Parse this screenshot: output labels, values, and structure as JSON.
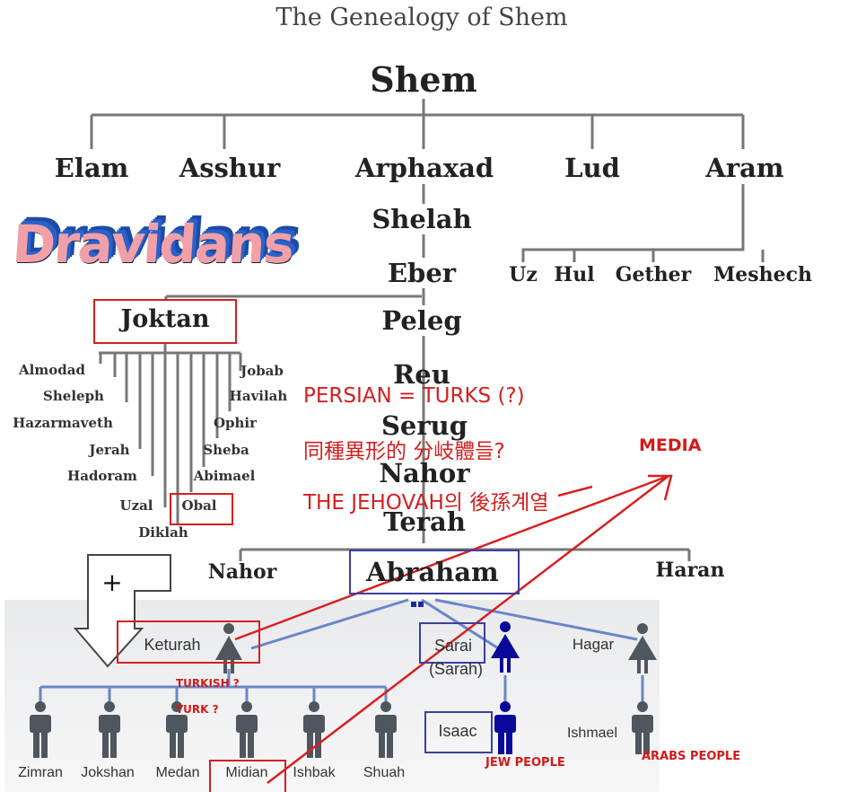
{
  "title": "The Genealogy of Shem",
  "root": "Shem",
  "sons": [
    "Elam",
    "Asshur",
    "Arphaxad",
    "Lud",
    "Aram"
  ],
  "line": [
    "Shelah",
    "Eber",
    "Peleg",
    "Reu",
    "Serug",
    "Nahor",
    "Terah"
  ],
  "aram_sons": [
    "Uz",
    "Hul",
    "Gether",
    "Meshech"
  ],
  "joktan": "Joktan",
  "joktan_left": [
    "Almodad",
    "Sheleph",
    "Hazarmaveth",
    "Jerah",
    "Hadoram",
    "Uzal",
    "Diklah"
  ],
  "joktan_right": [
    "Jobab",
    "Havilah",
    "Ophir",
    "Sheba",
    "Abimael",
    "Obal"
  ],
  "logo_text": "Dravidans",
  "terah_sons": [
    "Nahor",
    "Abraham",
    "Haran"
  ],
  "wives": {
    "keturah": "Keturah",
    "sarai": "Sarai",
    "sarah": "(Sarah)",
    "hagar": "Hagar"
  },
  "keturah_sons": [
    "Zimran",
    "Jokshan",
    "Medan",
    "Midian",
    "Ishbak",
    "Shuah"
  ],
  "isaac": "Isaac",
  "ishmael": "Ishmael",
  "annotations": {
    "persian": "PERSIAN  = TURKS (?)",
    "hanja": "同種異形的 分岐體들?",
    "jehovah": "THE JEHOVAH의 後孫계열",
    "media": "MEDIA",
    "turkish": "TURKISH ?",
    "turk": "TURK ?",
    "jew": "JEW PEOPLE",
    "arabs": "ARABS PEOPLE",
    "plus": "+"
  },
  "colors": {
    "annotation_red": "#d32020",
    "highlight_blue": "#3b3fa0",
    "sarah_line": "#0a0a9a",
    "figure_gray": "#4f565e"
  }
}
